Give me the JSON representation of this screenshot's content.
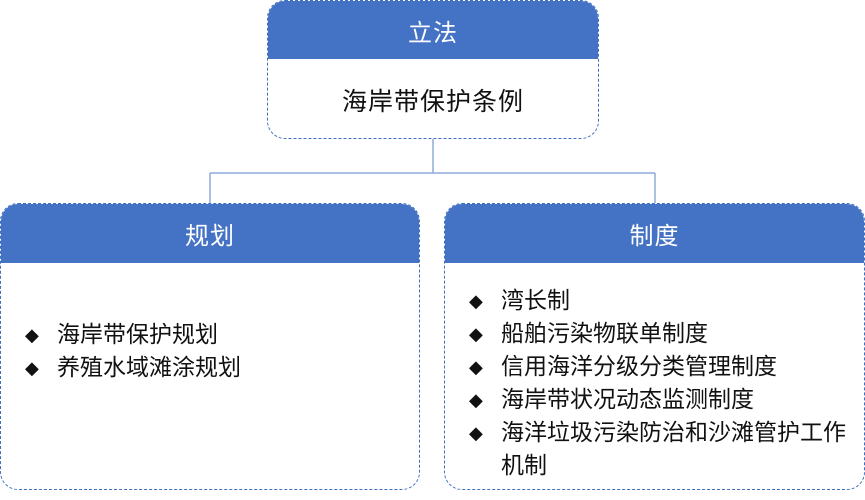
{
  "top": {
    "title": "立法",
    "content": "海岸带保护条例"
  },
  "left": {
    "title": "规划",
    "items": [
      "海岸带保护规划",
      "养殖水域滩涂规划"
    ]
  },
  "right": {
    "title": "制度",
    "items": [
      "湾长制",
      "船舶污染物联单制度",
      "信用海洋分级分类管理制度",
      "海岸带状况动态监测制度",
      "海洋垃圾污染防治和沙滩管护工作机制"
    ]
  },
  "bullet_symbol": "◆",
  "colors": {
    "header_fill": "#4472c4",
    "border": "#3f6fbf",
    "connector": "#8eaadb"
  }
}
